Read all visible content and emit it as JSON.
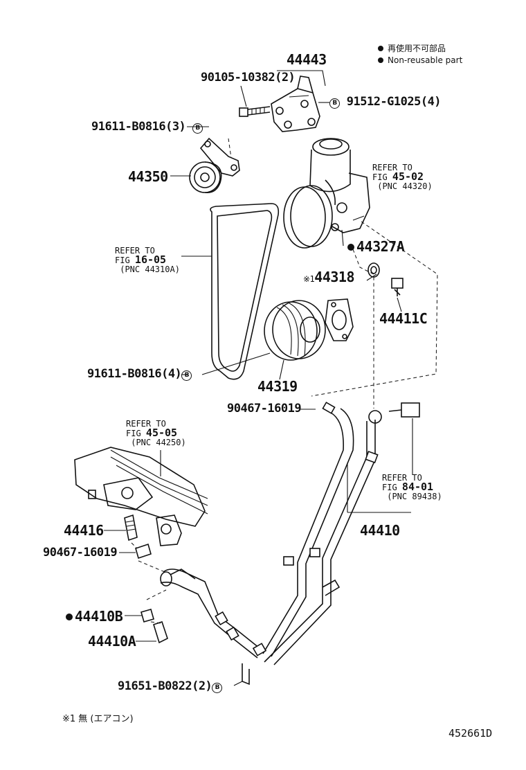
{
  "legend": {
    "jp": "再使用不可部品",
    "en": "Non-reusable part"
  },
  "labels": {
    "p44443": "44443",
    "p90105": "90105-10382(2)",
    "p91512": "91512-G1025(4)",
    "p91611a": "91611-B0816(3)",
    "p44350": "44350",
    "p44327A": "44327A",
    "p44318": "44318",
    "p44318_mark": "※1",
    "p44411C": "44411C",
    "p91611b": "91611-B0816(4)",
    "p44319": "44319",
    "p90467a": "90467-16019",
    "p44416": "44416",
    "p90467b": "90467-16019",
    "p44410B": "44410B",
    "p44410A": "44410A",
    "p44410": "44410",
    "p91651": "91651-B0822(2)"
  },
  "bolt_mark": "B",
  "refs": {
    "r4502": {
      "line1": "REFER TO",
      "fig_prefix": "FIG",
      "fig": "45-02",
      "pnc": "(PNC 44320)"
    },
    "r1605": {
      "line1": "REFER TO",
      "fig_prefix": "FIG",
      "fig": "16-05",
      "pnc": "(PNC 44310A)"
    },
    "r4505": {
      "line1": "REFER TO",
      "fig_prefix": "FIG",
      "fig": "45-05",
      "pnc": "(PNC 44250)"
    },
    "r8401": {
      "line1": "REFER TO",
      "fig_prefix": "FIG",
      "fig": "84-01",
      "pnc": "(PNC 89438)"
    }
  },
  "footnote": "※1 無 (エアコン)",
  "diagram_code": "452661D"
}
